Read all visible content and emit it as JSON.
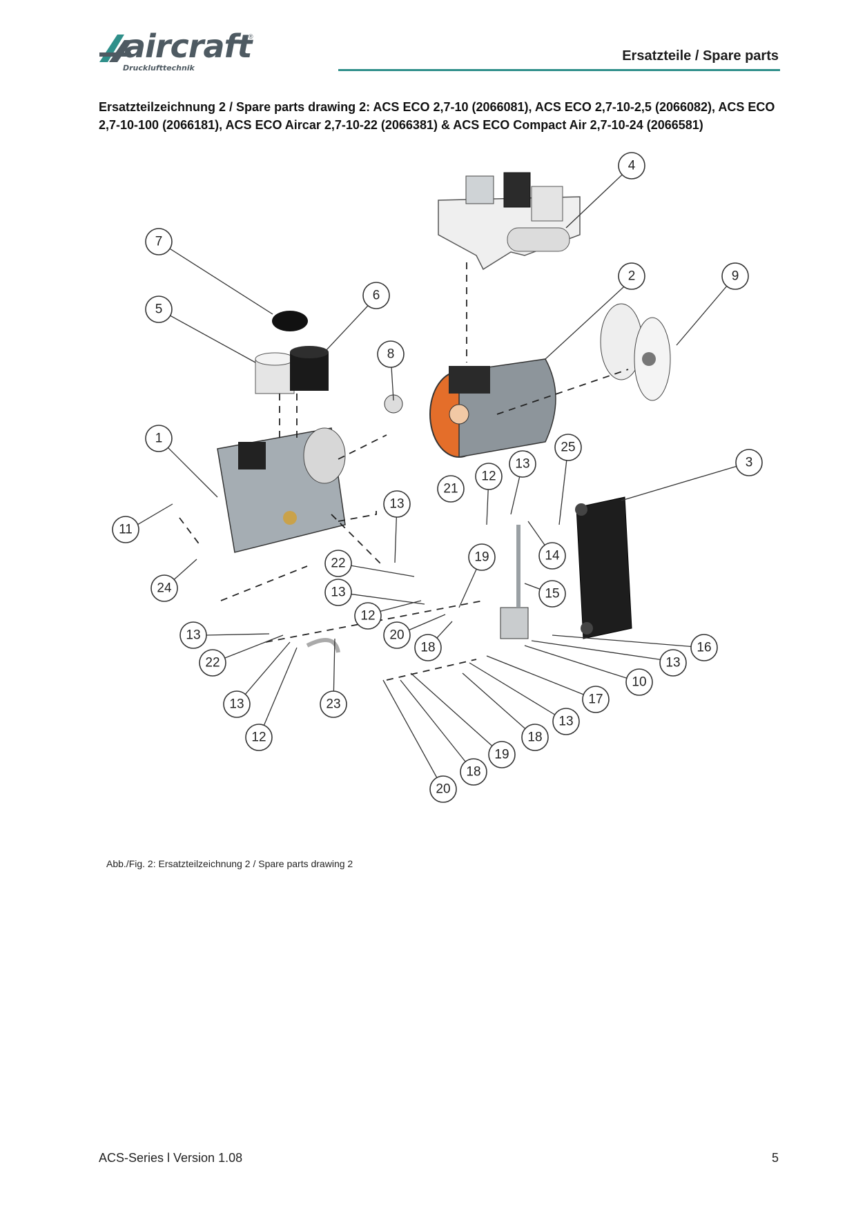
{
  "header": {
    "logo_text": "aircraft",
    "logo_sub": "Drucklufttechnik",
    "logo_reg": "®",
    "section_title": "Ersatzteile / Spare parts"
  },
  "heading": "Ersatzteilzeichnung 2 / Spare parts drawing 2: ACS ECO 2,7-10 (2066081), ACS ECO 2,7-10-2,5 (2066082), ACS ECO 2,7-10-100 (2066181), ACS ECO Aircar 2,7-10-22 (2066381) & ACS ECO Compact Air 2,7-10-24 (2066581)",
  "drawing": {
    "callouts": [
      "4",
      "7",
      "2",
      "9",
      "6",
      "5",
      "8",
      "1",
      "25",
      "3",
      "12",
      "13",
      "21",
      "11",
      "13",
      "14",
      "19",
      "22",
      "15",
      "24",
      "13",
      "12",
      "13",
      "20",
      "16",
      "22",
      "18",
      "13",
      "10",
      "13",
      "17",
      "13",
      "23",
      "12",
      "18",
      "19",
      "18",
      "20"
    ]
  },
  "caption": "Abb./Fig. 2: Ersatzteilzeichnung 2 / Spare parts drawing 2",
  "footer": {
    "series": "ACS-Series l Version 1.08",
    "page": "5"
  },
  "colors": {
    "accent_rule": "#2f8f8a",
    "logo": "#4e5a62"
  }
}
